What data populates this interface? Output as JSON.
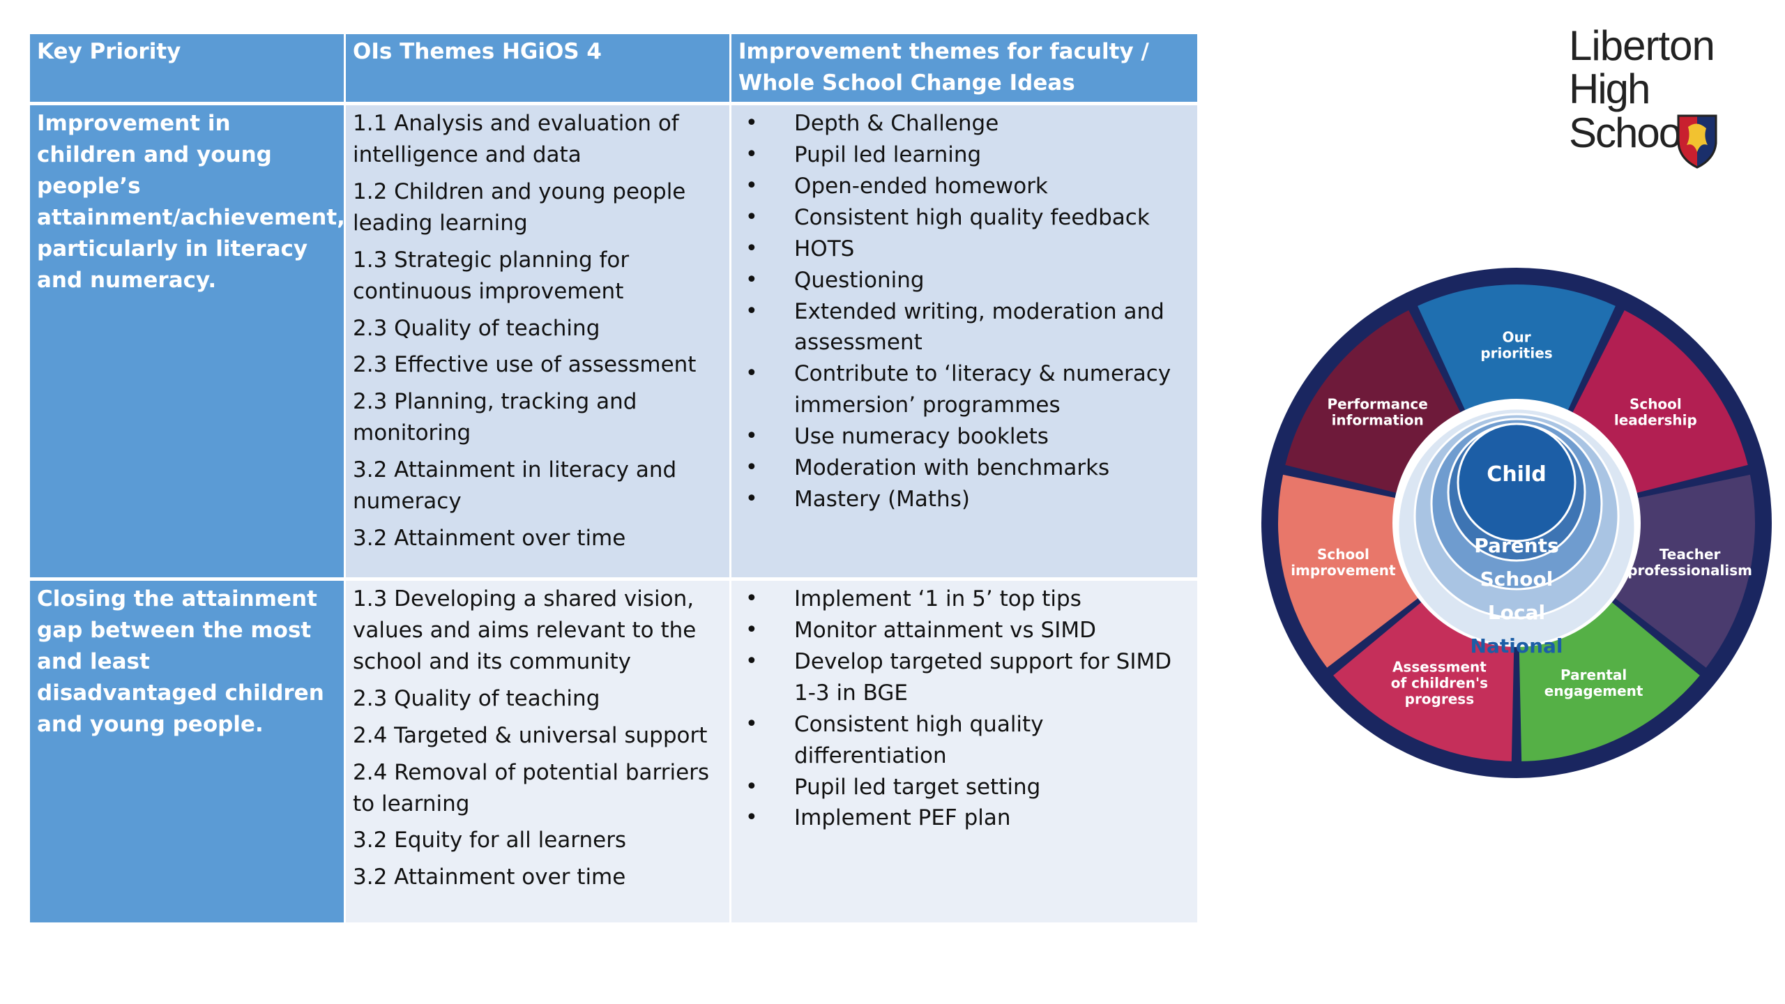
{
  "table": {
    "headers": [
      "Key Priority",
      "OIs Themes HGiOS 4",
      "Improvement themes for faculty / Whole School Change Ideas"
    ],
    "rows": [
      {
        "priority": "Improvement in children and young people’s attainment/achievement, particularly in literacy and numeracy.",
        "themes": [
          "1.1 Analysis and evaluation of intelligence and data",
          "1.2 Children and young people leading learning",
          "1.3 Strategic planning for continuous improvement",
          "2.3 Quality of teaching",
          "2.3 Effective use of assessment",
          "2.3 Planning, tracking and monitoring",
          "3.2 Attainment in literacy and numeracy",
          "3.2 Attainment over time"
        ],
        "ideas": [
          "Depth & Challenge",
          "Pupil led learning",
          "Open-ended homework",
          "Consistent high quality feedback",
          "HOTS",
          "Questioning",
          "Extended writing, moderation and assessment",
          "Contribute to ‘literacy & numeracy immersion’ programmes",
          "Use numeracy booklets",
          "Moderation with benchmarks",
          "Mastery (Maths)"
        ]
      },
      {
        "priority": "Closing the attainment gap between the most and least disadvantaged children and young people.",
        "themes": [
          "1.3  Developing a shared vision, values and aims relevant to the school and its community",
          "2.3 Quality of teaching",
          "2.4 Targeted & universal support",
          "2.4 Removal of potential barriers to learning",
          "3.2 Equity for all learners",
          "3.2 Attainment over time"
        ],
        "ideas": [
          "Implement ‘1 in 5’ top tips",
          "Monitor attainment vs SIMD",
          "Develop targeted support for SIMD 1-3 in BGE",
          "Consistent high quality differentiation",
          "Pupil led target setting",
          "Implement PEF plan"
        ]
      }
    ]
  },
  "logo": {
    "line1": "Liberton",
    "line2": "High School"
  },
  "wheel": {
    "segments": [
      {
        "label": [
          "Our",
          "priorities"
        ],
        "color": "#1f6fb0"
      },
      {
        "label": [
          "School",
          "leadership"
        ],
        "color": "#b21f52"
      },
      {
        "label": [
          "Teacher",
          "professionalism"
        ],
        "color": "#4a3b6e"
      },
      {
        "label": [
          "Parental",
          "engagement"
        ],
        "color": "#55b046"
      },
      {
        "label": [
          "Assessment",
          "of children's",
          "progress"
        ],
        "color": "#c52f5a"
      },
      {
        "label": [
          "School",
          "improvement"
        ],
        "color": "#e8776a"
      },
      {
        "label": [
          "Performance",
          "information"
        ],
        "color": "#6e1a3a"
      }
    ],
    "rings": [
      "Child",
      "Parents",
      "School",
      "Local",
      "National"
    ]
  }
}
